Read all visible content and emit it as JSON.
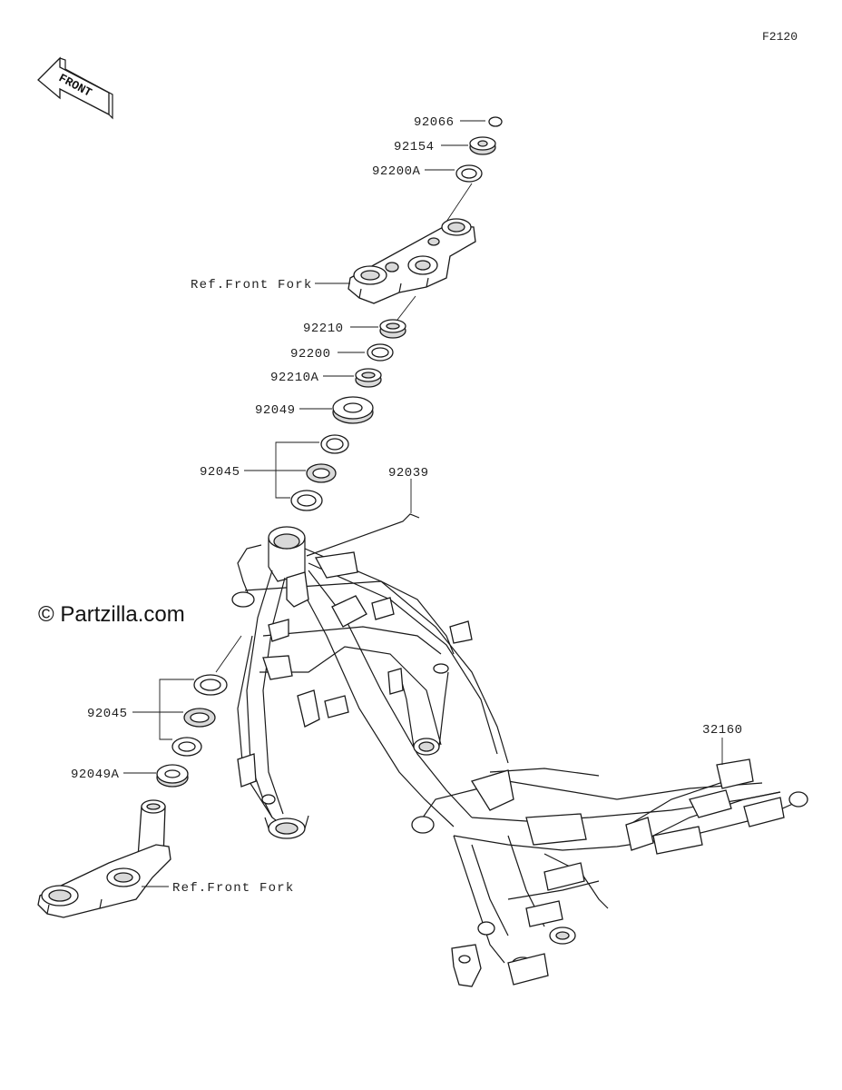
{
  "diagram_code": "F2120",
  "watermark": "© Partzilla.com",
  "front_arrow_label": "FRONT",
  "callouts": {
    "p92066": "92066",
    "p92154": "92154",
    "p92200A": "92200A",
    "ref_front_fork_upper": "Ref.Front Fork",
    "p92210": "92210",
    "p92200": "92200",
    "p92210A": "92210A",
    "p92049": "92049",
    "p92045_upper": "92045",
    "p92039": "92039",
    "p92045_lower": "92045",
    "p92049A": "92049A",
    "ref_front_fork_lower": "Ref.Front Fork",
    "p32160": "32160"
  }
}
